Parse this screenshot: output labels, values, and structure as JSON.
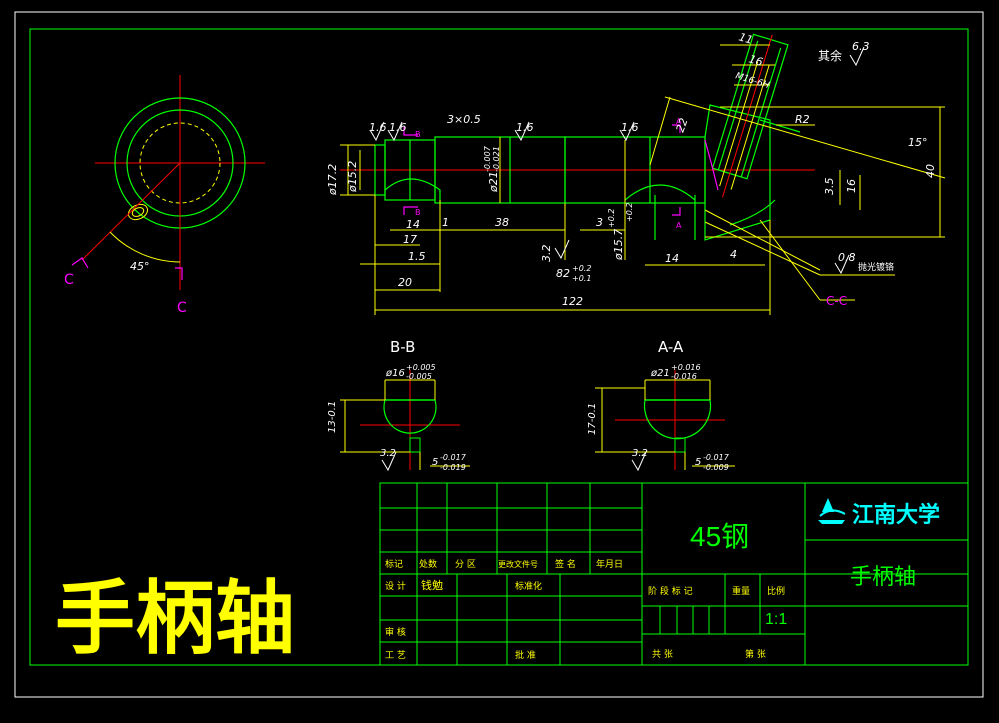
{
  "drawing": {
    "title_big": "手柄轴",
    "material": "45钢",
    "part_name": "手柄轴",
    "university": "江南大学",
    "scale": "1:1",
    "surface_note_label": "其余",
    "surface_note_value": "6.3",
    "polish_value": "0.8",
    "polish_note": "抛光镀铬"
  },
  "sections": {
    "bb_label": "B-B",
    "aa_label": "A-A",
    "cc_label": "C-C",
    "c_mark": "C",
    "a_mark": "A",
    "b_mark": "B",
    "angle_45": "45°"
  },
  "dims": {
    "d_17_2": "ø17.2",
    "d_15_2": "ø15.2",
    "d_21": "ø21",
    "d_21_tol_up": "-0.007",
    "d_21_tol_lo": "-0.021",
    "d_15_7": "ø15.7",
    "d_15_7_tol": "+0.2",
    "chamfer": "3×0.5",
    "r16a": "1.6",
    "r16b": "1.6",
    "r16c": "1.6",
    "r16d": "1.6",
    "r32": "3.2",
    "len_14a": "14",
    "len_17": "17",
    "len_1_5": "1.5",
    "len_20": "20",
    "len_1": "1",
    "len_38": "38",
    "len_3": "3",
    "len_3_tol": "+0.2",
    "len_82": "82",
    "len_82_tol_up": "+0.2",
    "len_82_tol_lo": "+0.1",
    "len_14b": "14",
    "len_4": "4",
    "len_122": "122",
    "len_11": "11",
    "len_16": "16",
    "thread": "M16-6H",
    "r2": "R2",
    "len_22": "22",
    "ang_15": "15°",
    "len_40": "40",
    "len_3_5": "3.5",
    "len_16b": "16",
    "bb_dia": "ø16",
    "bb_dia_up": "+0.005",
    "bb_dia_lo": "-0.005",
    "bb_13": "13-0.1",
    "bb_32": "3.2",
    "bb_5": "5",
    "bb_5_up": "-0.017",
    "bb_5_lo": "-0.019",
    "aa_dia": "ø21",
    "aa_dia_up": "+0.016",
    "aa_dia_lo": "-0.016",
    "aa_17": "17-0.1",
    "aa_32": "3.2",
    "aa_5": "5",
    "aa_5_up": "-0.017",
    "aa_5_lo": "-0.009"
  },
  "title_block": {
    "h_mark": "标记",
    "h_count": "处数",
    "h_zone": "分 区",
    "h_doc": "更改文件号",
    "h_sign": "签 名",
    "h_date": "年月日",
    "r_design": "设 计",
    "r_designer": "钱勉",
    "r_std": "标准化",
    "r_review": "审 核",
    "r_process": "工 艺",
    "r_approve": "批 准",
    "h_stage": "阶 段 标 记",
    "h_weight": "重量",
    "h_scale": "比例",
    "h_total": "共   张",
    "h_sheet": "第   张"
  }
}
